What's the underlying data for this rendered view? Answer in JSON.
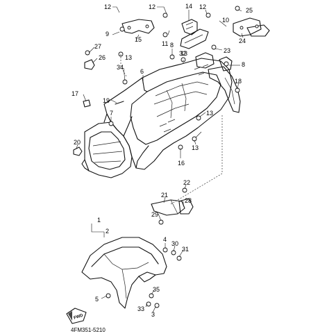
{
  "diagram": {
    "code": "4FM351-5210",
    "front_marker": "FWD",
    "callouts": [
      "1",
      "2",
      "3",
      "4",
      "5",
      "6",
      "7",
      "8",
      "8",
      "9",
      "10",
      "11",
      "12",
      "12",
      "12",
      "13",
      "13",
      "13",
      "13",
      "14",
      "15",
      "16",
      "17",
      "18",
      "19",
      "20",
      "21",
      "22",
      "23",
      "24",
      "25",
      "26",
      "27",
      "28",
      "29",
      "30",
      "31",
      "32",
      "33",
      "34",
      "35"
    ]
  }
}
